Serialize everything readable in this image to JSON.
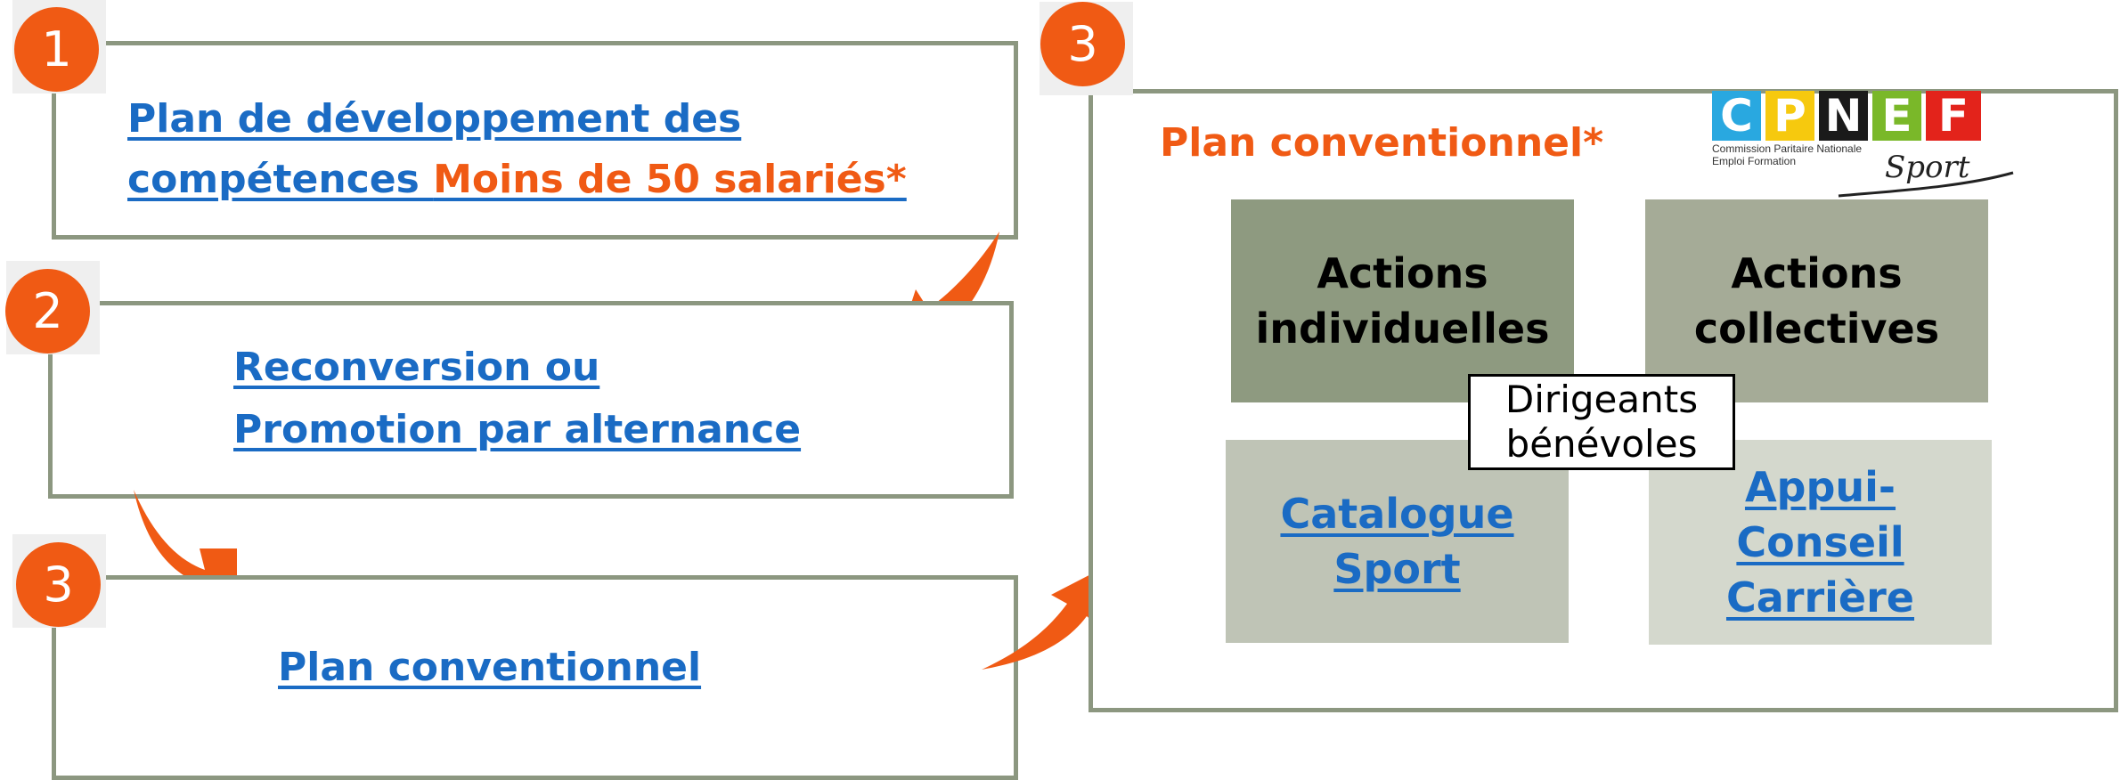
{
  "left": {
    "step1": {
      "badge": "1",
      "link_line1": "Plan de développement des",
      "link_line2": "compétences ",
      "suffix": "Moins de 50 salariés*"
    },
    "step2": {
      "badge": "2",
      "link_line1": "Reconversion ou",
      "link_line2": "Promotion par alternance"
    },
    "step3": {
      "badge": "3",
      "link": "Plan conventionnel"
    }
  },
  "right": {
    "badge": "3",
    "title": "Plan conventionnel*",
    "logo": {
      "letters": [
        "C",
        "P",
        "N",
        "E",
        "F"
      ],
      "letter_colors": [
        "#29a8e0",
        "#f6c90e",
        "#1a1a1a",
        "#7ab829",
        "#e3231b"
      ],
      "line1": "Commission Paritaire Nationale",
      "line2": "Emploi Formation",
      "script": "Sport"
    },
    "boxes": {
      "individual": {
        "line1": "Actions",
        "line2": "individuelles",
        "color": "#8e9a80"
      },
      "collective": {
        "line1": "Actions",
        "line2": "collectives",
        "color": "#a5ab97"
      },
      "catalogue": {
        "line1": "Catalogue",
        "line2": "Sport",
        "color": "#bfc4b6"
      },
      "appui": {
        "line1": "Appui-",
        "line2": "Conseil",
        "line3": "Carrière",
        "color": "#d4d8cd"
      }
    },
    "center_label": {
      "line1": "Dirigeants",
      "line2": "bénévoles"
    }
  },
  "colors": {
    "accent": "#f05a14",
    "link": "#1a6bc4",
    "frame": "#8c9780"
  }
}
